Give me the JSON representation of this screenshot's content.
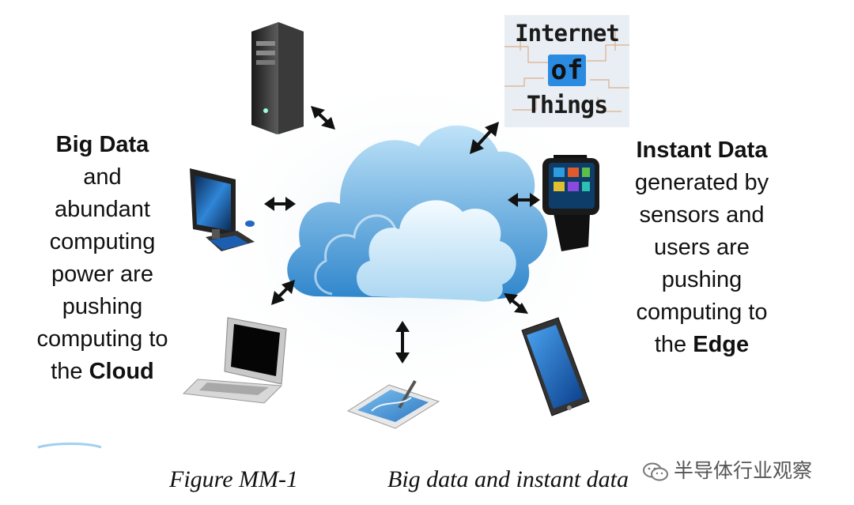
{
  "left_text": {
    "line1": "Big Data",
    "line2": "and",
    "line3": "abundant",
    "line4": "computing",
    "line5": "power are",
    "line6": "pushing",
    "line7": "computing to",
    "line8_prefix": "the ",
    "line8_bold": "Cloud"
  },
  "right_text": {
    "line1": "Instant Data",
    "line2": "generated by",
    "line3": "sensors and",
    "line4": "users are",
    "line5": "pushing",
    "line6": "computing to",
    "line7_prefix": "the ",
    "line7_bold": "Edge"
  },
  "iot": {
    "word1": "Internet",
    "word2": "of",
    "word3": "Things"
  },
  "caption": {
    "figure_label": "Figure MM-1",
    "title": "Big data and instant data"
  },
  "watermark": {
    "text": "半导体行业观察"
  },
  "colors": {
    "cloud_light": "#e4f2fb",
    "cloud_mid": "#9fd0ef",
    "cloud_dark": "#3d8fcf",
    "screen_blue": "#1c5fb0",
    "arrow": "#111111"
  }
}
